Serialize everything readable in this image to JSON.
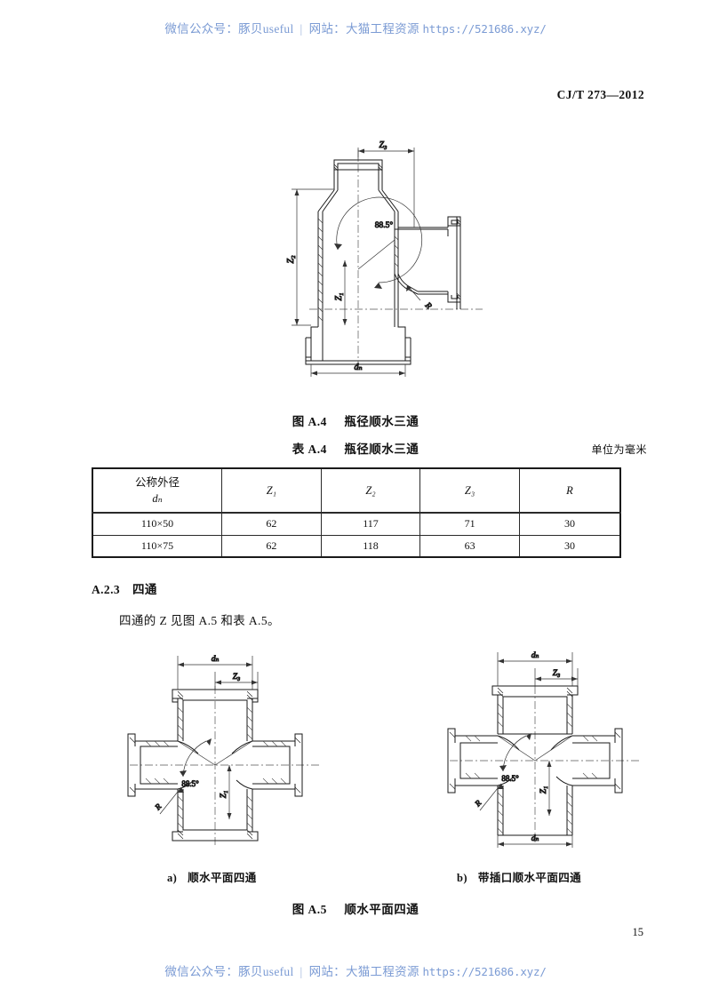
{
  "watermark": {
    "wechat_label": "微信公众号：豚贝useful",
    "separator": "|",
    "site_label": "网站：大猫工程资源",
    "url": "https://521686.xyz/"
  },
  "header": {
    "standard_number": "CJ/T 273—2012"
  },
  "figure_a4": {
    "caption_label": "图 A.4",
    "caption_title": "瓶径顺水三通",
    "angle_label": "88.5°",
    "dim_z1": "Z₁",
    "dim_z2": "Z₂",
    "dim_z3": "Z₃",
    "dim_dn": "dₙ",
    "dim_r": "R"
  },
  "table_a4": {
    "caption_label": "表 A.4",
    "caption_title": "瓶径顺水三通",
    "unit_note": "单位为毫米",
    "headers": {
      "dn_line1": "公称外径",
      "dn_line2": "dₙ",
      "z1": "Z₁",
      "z2": "Z₂",
      "z3": "Z₃",
      "r": "R"
    },
    "rows": [
      {
        "dn": "110×50",
        "z1": "62",
        "z2": "117",
        "z3": "71",
        "r": "30"
      },
      {
        "dn": "110×75",
        "z1": "62",
        "z2": "118",
        "z3": "63",
        "r": "30"
      }
    ]
  },
  "section_a23": {
    "number": "A.2.3",
    "title": "四通",
    "body": "四通的 Z 见图 A.5 和表 A.5。"
  },
  "figure_a5": {
    "caption_label": "图 A.5",
    "caption_title": "顺水平面四通",
    "sub_a_label": "a)",
    "sub_a_title": "顺水平面四通",
    "sub_b_label": "b)",
    "sub_b_title": "带插口顺水平面四通",
    "angle_label": "88.5°",
    "dim_z1": "Z₁",
    "dim_z3": "Z₃",
    "dim_dn": "dₙ",
    "dim_r": "R"
  },
  "footer": {
    "page_number": "15"
  },
  "colors": {
    "watermark_blue": "#7b9bd4",
    "ink": "#111111",
    "rule": "#1a1a1a"
  }
}
